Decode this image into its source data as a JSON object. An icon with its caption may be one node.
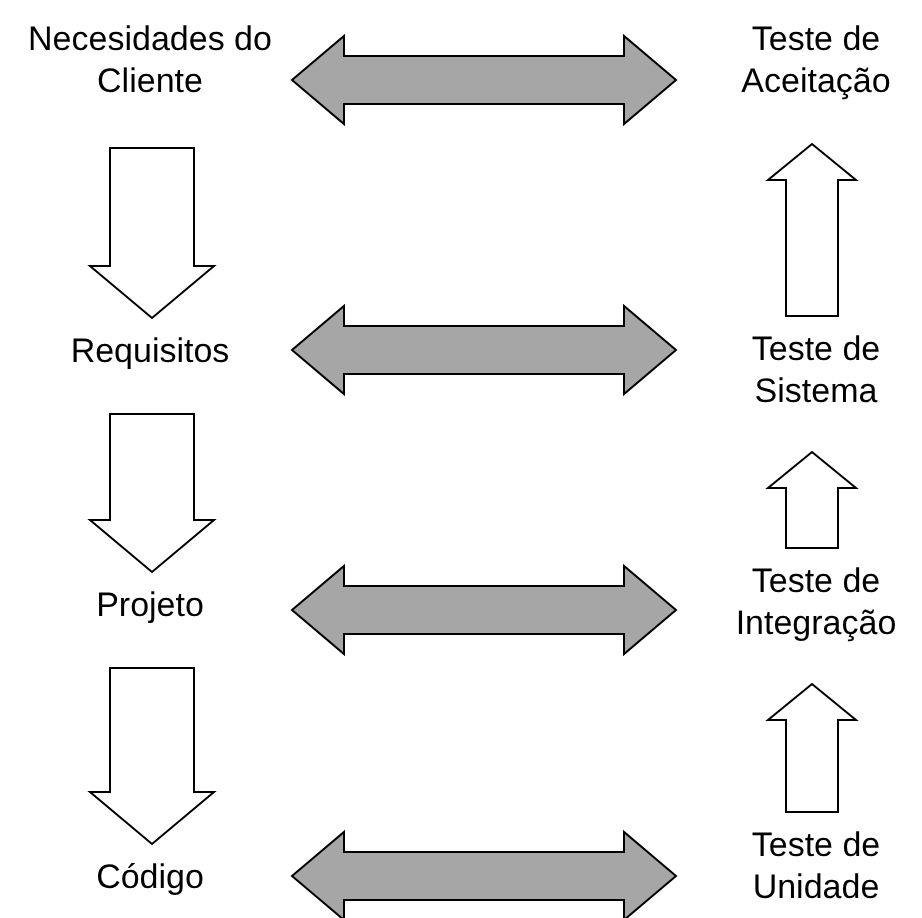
{
  "diagram": {
    "nodes": [
      {
        "text": [
          "Necesidades do Cliente"
        ]
      },
      {
        "text": [
          "Teste de Aceitação"
        ]
      },
      {
        "text": [
          "Requisitos"
        ]
      },
      {
        "text": [
          "Teste de Sistema"
        ]
      },
      {
        "text": [
          "Projeto"
        ]
      },
      {
        "text": [
          "Teste de Integração"
        ]
      },
      {
        "text": [
          "Código"
        ]
      },
      {
        "text": [
          "Teste de Unidade"
        ]
      }
    ],
    "edges": [
      {
        "from": 0,
        "to": 2,
        "arrow": "to"
      },
      {
        "from": 2,
        "to": 4,
        "arrow": "to"
      },
      {
        "from": 4,
        "to": 6,
        "arrow": "to"
      },
      {
        "from": 7,
        "to": 5,
        "arrow": "to"
      },
      {
        "from": 5,
        "to": 3,
        "arrow": "to"
      },
      {
        "from": 3,
        "to": 1,
        "arrow": "to"
      },
      {
        "from": 0,
        "to": 1,
        "arrow": "both",
        "color": "#a6a6a6"
      },
      {
        "from": 2,
        "to": 3,
        "arrow": "both",
        "color": "#a6a6a6"
      },
      {
        "from": 4,
        "to": 5,
        "arrow": "both",
        "color": "#a6a6a6"
      },
      {
        "from": 6,
        "to": 7,
        "arrow": "both",
        "color": "#a6a6a6"
      }
    ]
  }
}
